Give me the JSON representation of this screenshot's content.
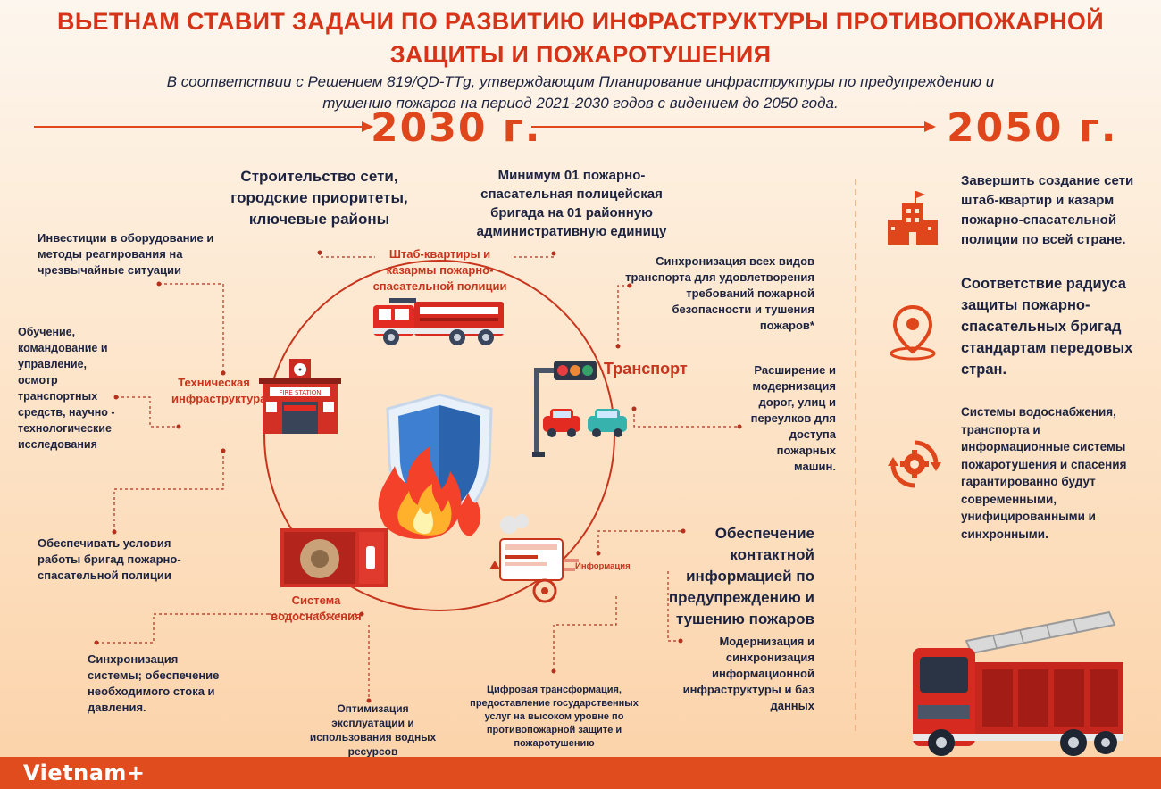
{
  "title": {
    "line1": "ВЬЕТНАМ СТАВИТ ЗАДАЧИ ПО РАЗВИТИЮ ИНФРАСТРУКТУРЫ ПРОТИВОПОЖАРНОЙ",
    "line2": "ЗАЩИТЫ И ПОЖАРОТУШЕНИЯ"
  },
  "subtitle": {
    "line1": "В соответствии с Решением 819/QD-TTg, утверждающим Планирование инфраструктуры по предупреждению и",
    "line2": "тушению пожаров на период 2021-2030 годов с видением до 2050 года."
  },
  "timeline": {
    "year1": "2030 г.",
    "year2": "2050 г."
  },
  "hub": {
    "label": "Штаб-квартиры и казармы пожарно-спасательной полиции",
    "heading": "Строительство сети, городские приоритеты, ключевые районы",
    "minimum": "Минимум 01 пожарно-спасательная полицейская бригада на 01 районную административную единицу"
  },
  "tech": {
    "label": "Техническая инфраструктура",
    "invest": "Инвестиции в оборудование и методы реагирования на чрезвычайные ситуации",
    "training": "Обучение, командование и управление, осмотр транспортных средств, научно - технологические исследования",
    "conditions": "Обеспечивать условия работы бригад пожарно-спасательной полиции",
    "station_sign": "FIRE STATION"
  },
  "transport": {
    "label": "Транспорт",
    "sync": "Синхронизация всех видов транспорта для удовлетворения требований пожарной безопасности и тушения пожаров*",
    "roads": "Расширение и модернизация дорог, улиц и переулков для доступа пожарных машин."
  },
  "water": {
    "label": "Система водоснабжения",
    "sync": "Синхронизация системы; обеспечение необходимого стока и давления.",
    "optimize": "Оптимизация эксплуатации и использования водных ресурсов"
  },
  "info": {
    "label": "Информация",
    "contact": "Обеспечение контактной информацией по предупреждению и тушению пожаров",
    "modern": "Модернизация и синхронизация информационной инфраструктуры и баз данных",
    "digital": "Цифровая трансформация, предоставление государственных услуг на высоком уровне по противопожарной защите и пожаротушению"
  },
  "goals2050": [
    "Завершить создание сети штаб-квартир и казарм пожарно-спасательной полиции по всей стране.",
    "Соответствие радиуса защиты пожарно-спасательных бригад стандартам передовых стран.",
    "Системы водоснабжения, транспорта и информационные системы пожаротушения и спасения гарантированно будут современными, унифицированными и синхронными."
  ],
  "footer": {
    "logo": "Vietnam+"
  },
  "colors": {
    "accent": "#d63418",
    "year": "#e0461c",
    "text": "#1c2340",
    "footer": "#e04c1e"
  }
}
